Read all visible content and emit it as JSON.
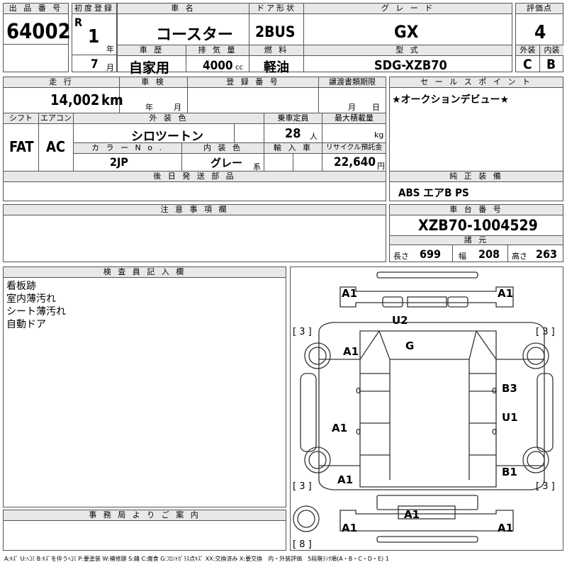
{
  "lot": {
    "label": "出 品 番 号",
    "value": "64002"
  },
  "first_reg": {
    "label": "初度登録",
    "era": "R",
    "year": "1",
    "year_unit": "年",
    "month": "7",
    "month_unit": "月"
  },
  "car_name": {
    "label": "車 名",
    "value": "コースター"
  },
  "door": {
    "label": "ドア形状",
    "value": "2BUS"
  },
  "grade": {
    "label": "グ レ ー ド",
    "value": "GX"
  },
  "score": {
    "label": "評価点",
    "value": "4",
    "ext_label": "外装",
    "int_label": "内装",
    "ext": "C",
    "int": "B"
  },
  "history": {
    "label": "車 歴",
    "value": "自家用"
  },
  "displacement": {
    "label": "排 気 量",
    "value": "4000",
    "unit": "cc"
  },
  "fuel": {
    "label": "燃 料",
    "value": "軽油"
  },
  "model": {
    "label": "型 式",
    "value": "SDG-XZB70"
  },
  "mileage": {
    "label": "走 行",
    "value": "14,002",
    "unit": "km"
  },
  "inspection": {
    "label": "車 検",
    "year_unit": "年",
    "month_unit": "月"
  },
  "reg_no": {
    "label": "登 録 番 号"
  },
  "transfer": {
    "label": "譲渡書類期限",
    "month_unit": "月",
    "day_unit": "日"
  },
  "shift": {
    "label": "シフト",
    "value": "FAT"
  },
  "ac": {
    "label": "エアコン",
    "value": "AC"
  },
  "color": {
    "label": "外 装 色",
    "value": "シロツートン",
    "code_label": "カ ラ ー N o .",
    "code": "2JP"
  },
  "interior": {
    "label": "内 装 色",
    "value": "グレー",
    "suffix": "系"
  },
  "capacity": {
    "label": "乗車定員",
    "value": "28",
    "unit": "人"
  },
  "max_load": {
    "label": "最大積載量",
    "unit": "kg"
  },
  "import": {
    "label": "輸 入 車"
  },
  "recycle": {
    "label": "リサイクル預託金",
    "value": "22,640",
    "unit": "円"
  },
  "later_parts": {
    "label": "後 日 発 送 部 品"
  },
  "sales_point": {
    "label": "セ ー ル ス ポ イ ン ト",
    "value": "★オークションデビュー★"
  },
  "equipment": {
    "label": "純 正 装 備",
    "value": "ABS エアB PS"
  },
  "notes": {
    "label": "注 意 事 項 欄"
  },
  "chassis": {
    "label": "車 台 番 号",
    "value": "XZB70-1004529"
  },
  "specs": {
    "label": "諸 元",
    "length_label": "長さ",
    "length": "699",
    "width_label": "幅",
    "width": "208",
    "height_label": "高さ",
    "height": "263"
  },
  "inspector": {
    "label": "検 査 員 記 入 欄",
    "lines": [
      "看板跡",
      "室内薄汚れ",
      "シート薄汚れ",
      "自動ドア"
    ]
  },
  "office": {
    "label": "事 務 局 よ り ご 案 内"
  },
  "diagram": {
    "marks": [
      "A1",
      "A1",
      "U2",
      "G",
      "A1",
      "B3",
      "U1",
      "A1",
      "B1",
      "A1",
      "A1",
      "A1",
      "A1"
    ],
    "tires": [
      "[ 3 ]",
      "[ 3 ]",
      "[ 3 ]",
      "[ 3 ]",
      "[ 8 ]"
    ],
    "zeros": [
      "0",
      "0",
      "0",
      "0"
    ]
  },
  "legend": "A:ｷｽﾞ U:ﾍｺﾐ B:ｷｽﾞを伴うﾍｺﾐ P:要塗装 W:補修跡 S:錆 C:腐食 G:ﾌﾛﾝﾄｶﾞﾗｽ点ｷｽﾞ XX:交換済み X:要交換　内・外装評価　5段階ﾗﾝｸ順(A・B・C・D・E) 1"
}
